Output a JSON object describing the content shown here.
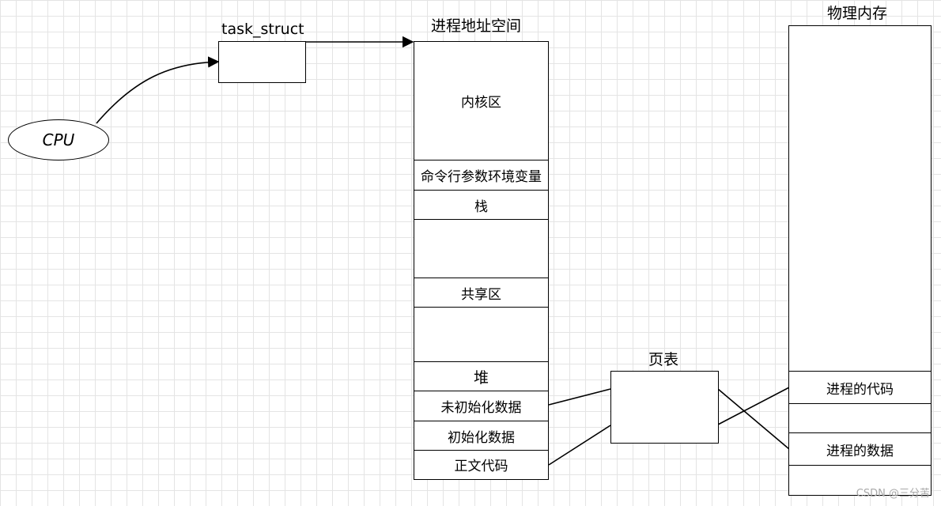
{
  "cpu_label": "CPU",
  "task_struct_label": "task_struct",
  "address_space": {
    "title": "进程地址空间",
    "segments": {
      "kernel": "内核区",
      "args_env": "命令行参数环境变量",
      "stack": "栈",
      "shared": "共享区",
      "heap": "堆",
      "bss": "未初始化数据",
      "data": "初始化数据",
      "text": "正文代码"
    }
  },
  "page_table_label": "页表",
  "physical_memory": {
    "title": "物理内存",
    "code": "进程的代码",
    "data": "进程的数据"
  },
  "watermark": "CSDN @三分苦"
}
